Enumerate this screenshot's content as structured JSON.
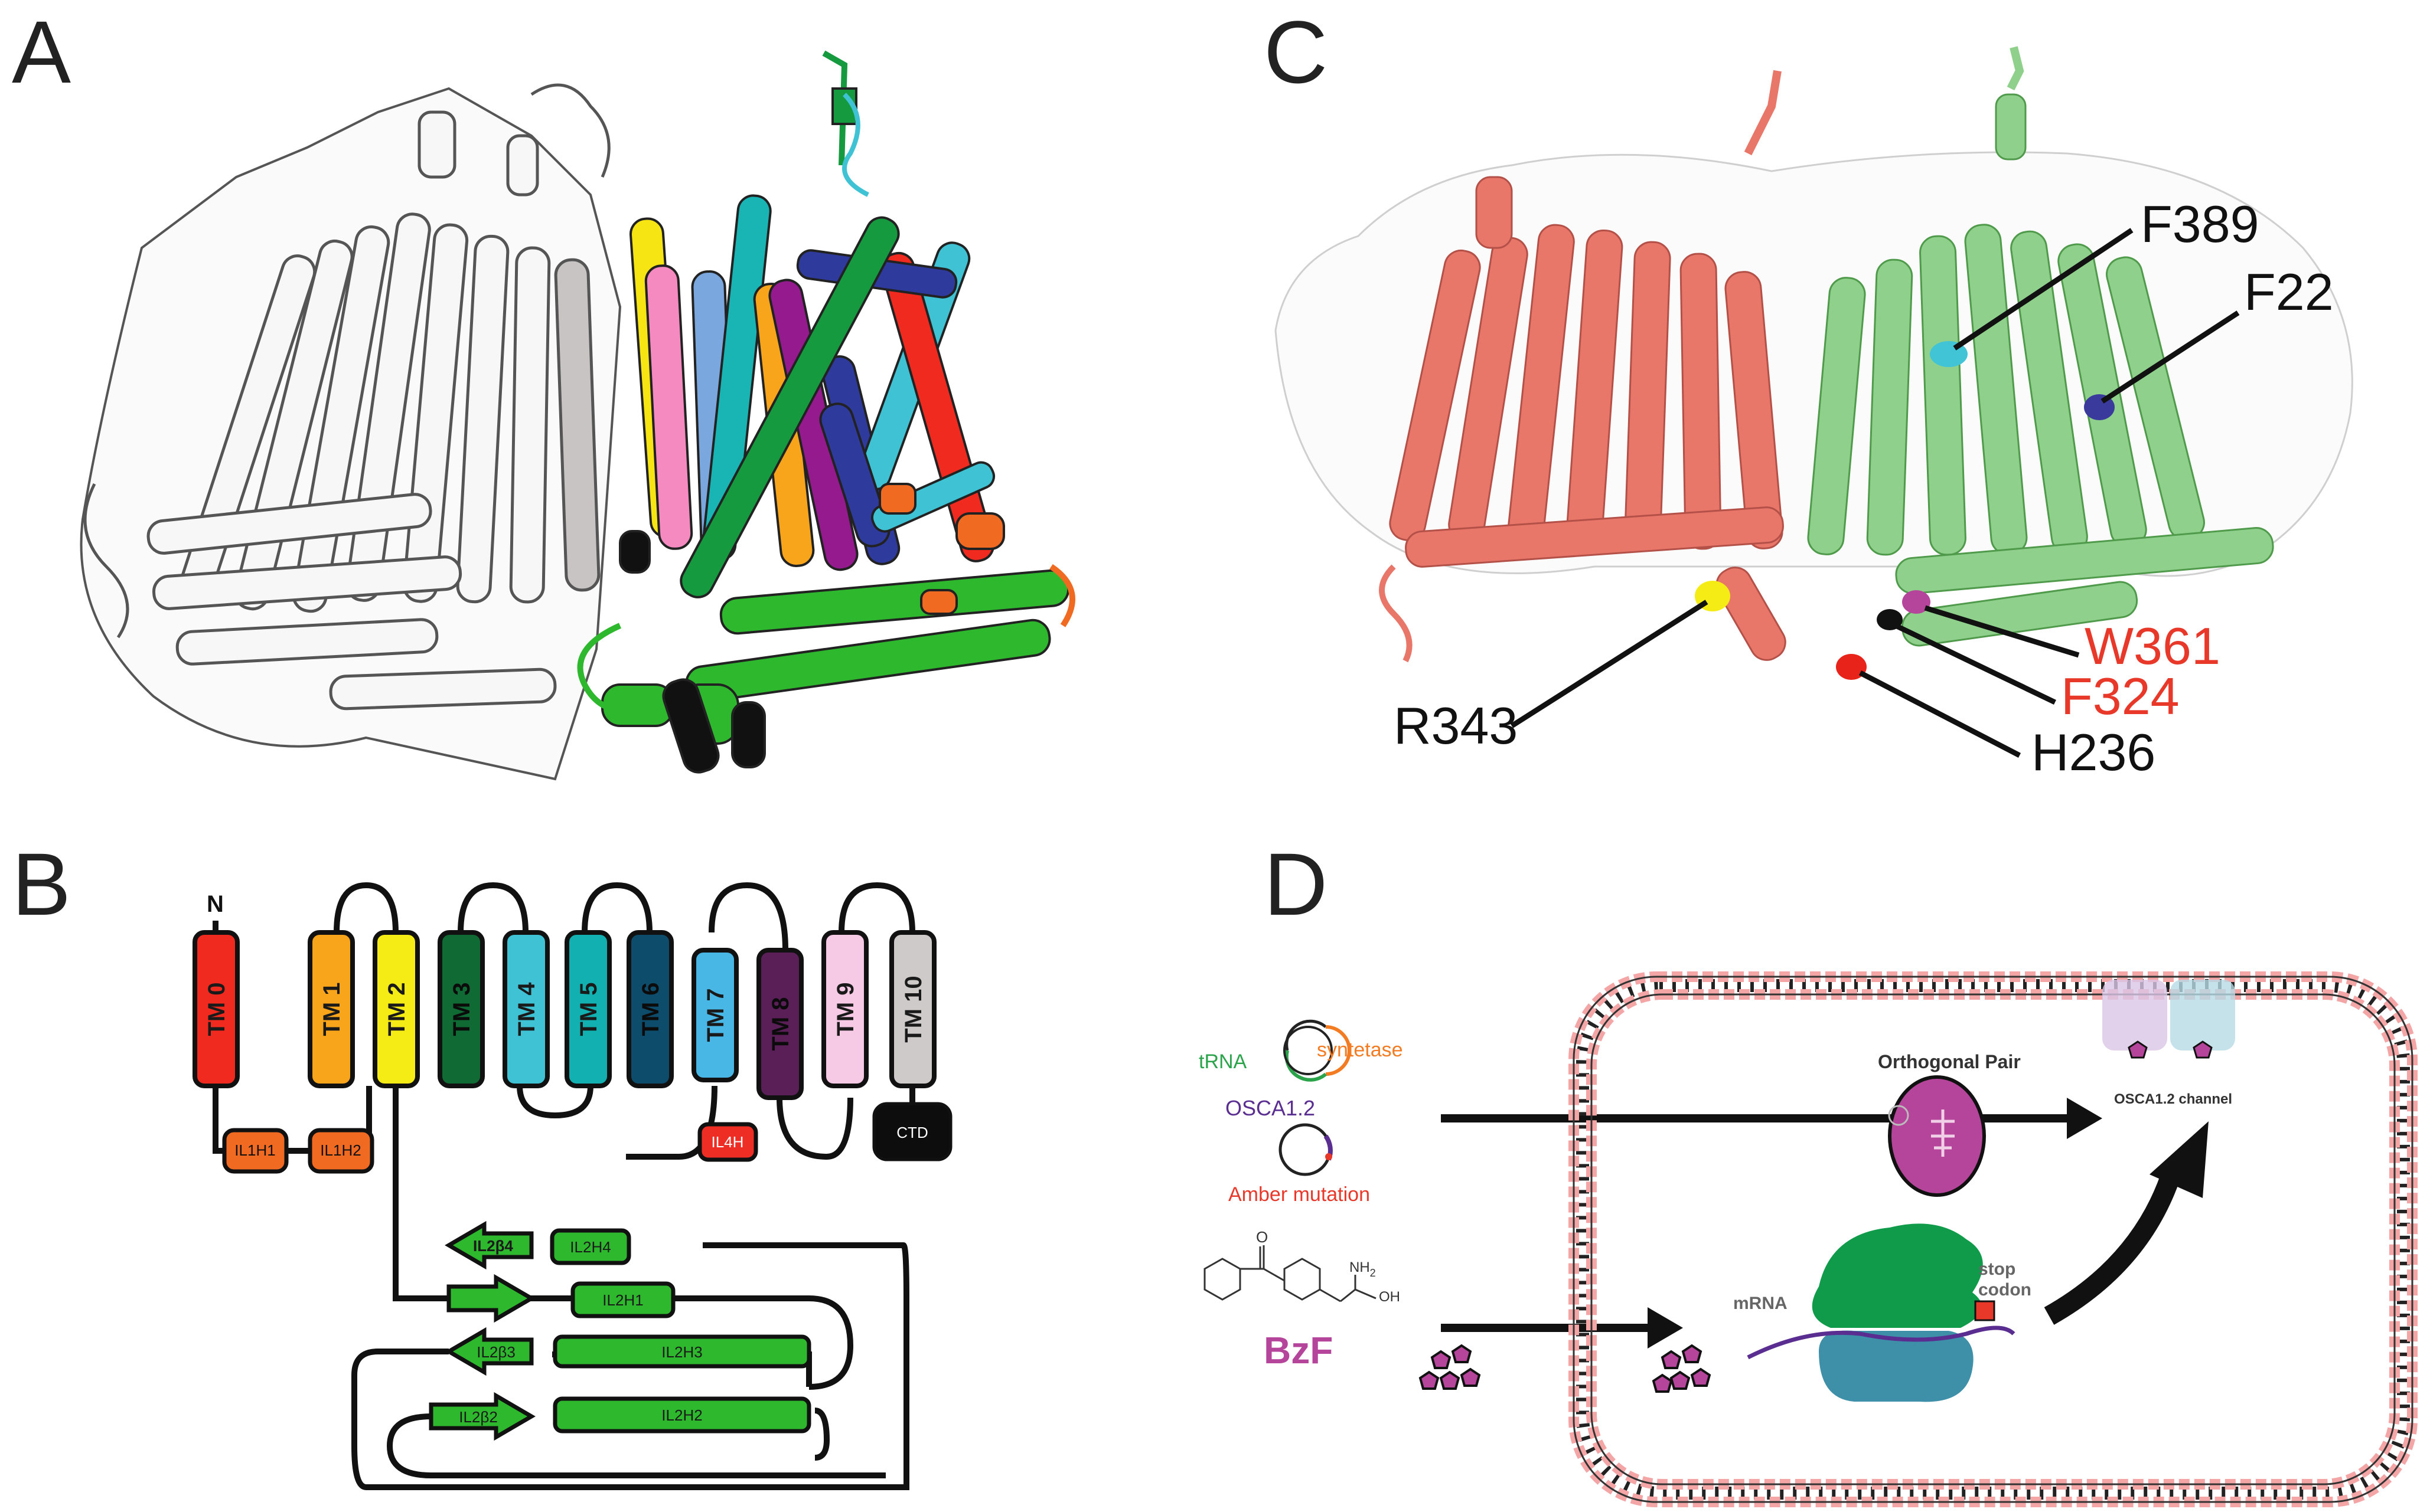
{
  "panels": {
    "a": "A",
    "b": "B",
    "c": "C",
    "d": "D"
  },
  "panel_c": {
    "labels": {
      "f389": "F389",
      "f22": "F22",
      "w361": "W361",
      "f324": "F324",
      "h236": "H236",
      "r343": "R343"
    },
    "colors": {
      "protomer1": "#e8776a",
      "protomer2": "#8fd18c",
      "highlight": "#e8382a",
      "black_label": "#111111"
    }
  },
  "panel_b": {
    "n_terminus": "N",
    "tm_helices": [
      {
        "label": "TM 0",
        "color": "#f02a1e"
      },
      {
        "label": "TM 1",
        "color": "#f9a51b"
      },
      {
        "label": "TM 2",
        "color": "#f5ec15"
      },
      {
        "label": "TM 3",
        "color": "#0f6b33"
      },
      {
        "label": "TM 4",
        "color": "#3fc3d4"
      },
      {
        "label": "TM 5",
        "color": "#12b0b0"
      },
      {
        "label": "TM 6",
        "color": "#0e4c6c"
      },
      {
        "label": "TM 7",
        "color": "#48b7e6"
      },
      {
        "label": "TM 8",
        "color": "#5b1f58"
      },
      {
        "label": "TM 9",
        "color": "#f6c9e4"
      },
      {
        "label": "TM 10",
        "color": "#cfcaca"
      }
    ],
    "il1h1": "IL1H1",
    "il1h2": "IL1H2",
    "il4h": "IL4H",
    "ctd": "CTD",
    "il2b4": "IL2β4",
    "il2h4": "IL2H4",
    "il2h1": "IL2H1",
    "il2b3": "IL2β3",
    "il2h3": "IL2H3",
    "il2b2": "IL2β2",
    "il2h2": "IL2H2",
    "colors": {
      "il1": "#f16a22",
      "il4h": "#ee2e24",
      "il2": "#2eb82e",
      "ctd": "#0d0d0d"
    }
  },
  "panel_d": {
    "trna": "tRNA",
    "syntetase": "syntetase",
    "osca": "OSCA1.2",
    "amber": "Amber mutation",
    "nh2": "NH",
    "nh2_sub": "2",
    "oh": "OH",
    "oxo": "O",
    "bzf": "BzF",
    "orthogonal_pair": "Orthogonal Pair",
    "osca_channel": "OSCA1.2 channel",
    "mrna": "mRNA",
    "stop": "stop",
    "codon": "codon",
    "colors": {
      "trna": "#2aa34a",
      "syntetase": "#f37b22",
      "osca": "#5a2d91",
      "amber": "#e8382a",
      "bzf": "#b5459b",
      "ribosome_large": "#0f9b4a",
      "ribosome_small": "#3e8fa8",
      "membrane": "#f4a6a6"
    }
  }
}
